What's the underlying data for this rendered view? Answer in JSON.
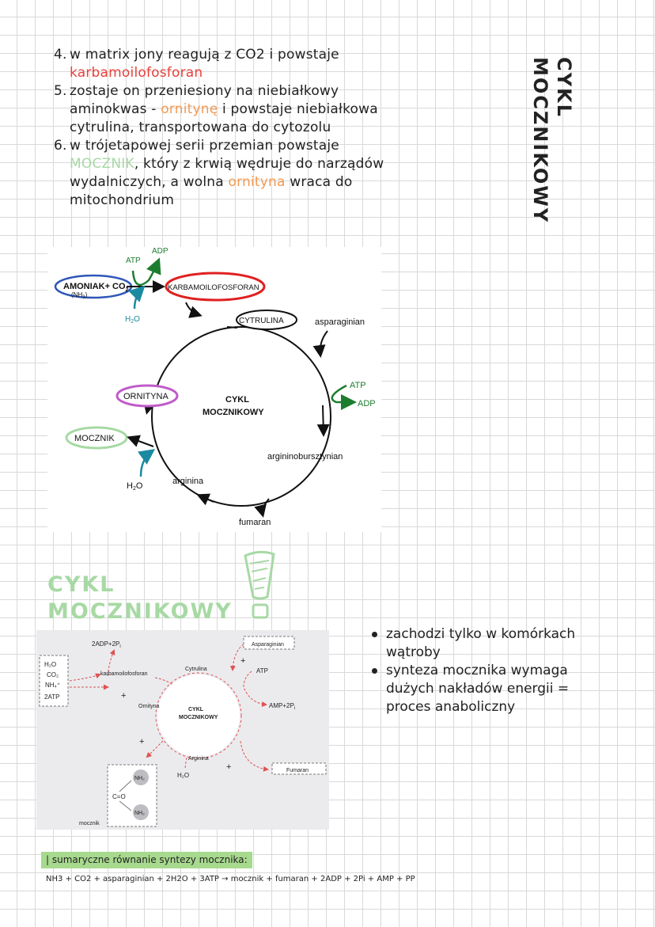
{
  "steps": [
    {
      "num": "4.",
      "lines": [
        "w matrix jony reagują z CO2 i powstaje",
        "karbamoilofosforan"
      ]
    },
    {
      "num": "5.",
      "lines": [
        "zostaje on przeniesiony na niebiałkowy",
        "aminokwas - ",
        "ornitynę",
        " i powstaje niebiałkowa",
        "cytrulina, transportowana do cytozolu"
      ]
    },
    {
      "num": "6.",
      "lines": [
        "w trójetapowej serii przemian powstaje",
        "MOCZNIK",
        ", który z krwią wędruje do narządów",
        "wydalniczych, a wolna ",
        "ornityna",
        " wraca do",
        "mitochondrium"
      ]
    }
  ],
  "side_title": {
    "line1": "CYKL",
    "line2": "MOCZNIKOWY"
  },
  "diagram1": {
    "ammonia": "AMONIAK",
    "plus_co2": "+ CO",
    "co2_sub": "2",
    "nh3": "(NH",
    "nh3_sub": "3",
    "nh3_close": ")",
    "atp_top": "ATP",
    "adp_top": "ADP",
    "h2o_top": "H",
    "h2o_top_sub": "2",
    "h2o_top_o": "O",
    "carbamoyl": "KARBAMOILOFOSFORAN",
    "citrulline": "CYTRULINA",
    "aspartate": "asparaginian",
    "atp_right": "ATP",
    "adp_right": "ADP",
    "argininosuccinate": "argininobursztynian",
    "fumarate": "fumaran",
    "arginine": "arginina",
    "h2o_bottom": "H",
    "h2o_bottom_sub": "2",
    "h2o_bottom_o": "O",
    "urea": "MOCZNIK",
    "ornithine": "ORNITYNA",
    "center_line1": "CYKL",
    "center_line2": "MOCZNIKOWY"
  },
  "hand_title": {
    "line1": "CYKL",
    "line2": "MOCZNIKOWY"
  },
  "diagram2": {
    "inputs": [
      "H₂O",
      "CO₂",
      "NH₄⁺",
      "2ATP"
    ],
    "adp": "2ADP+2P",
    "adp_sub": "i",
    "carbamoyl": "karbamoilofosforan",
    "citrulline": "Cytrulina",
    "aspartate": "Asparaginian",
    "atp": "ATP",
    "amp": "AMP+2P",
    "amp_sub": "i",
    "ornithine": "Ornityna",
    "center_line1": "CYKL",
    "center_line2": "MOCZNIKOWY",
    "arginine": "Arginina",
    "h2o": "H₂O",
    "fumarate": "Fumaran",
    "nh2_top": "NH₂",
    "co": "C=O",
    "nh2_bottom": "NH₂",
    "urea": "mocznik",
    "plus": "+"
  },
  "bullets": [
    {
      "lines": [
        "zachodzi tylko w komórkach",
        "wątroby"
      ]
    },
    {
      "lines": [
        "synteza mocznika wymaga",
        "dużych nakładów energii =",
        "proces anaboliczny"
      ]
    }
  ],
  "summary": {
    "label": "| sumaryczne równanie syntezy mocznika:",
    "equation": "NH3 + CO2 + asparaginian + 2H2O + 3ATP → mocznik + fumaran + 2ADP + 2Pi + AMP + PP"
  },
  "colors": {
    "red": "#e8403a",
    "orange": "#f29a52",
    "light_green": "#a7d9a4",
    "dark_green": "#1d7d2e",
    "teal": "#1a8aa0",
    "blue": "#2f57b8",
    "purple": "#c05cc9",
    "dashed_red": "#e05252",
    "highlight": "#a7d98e"
  }
}
